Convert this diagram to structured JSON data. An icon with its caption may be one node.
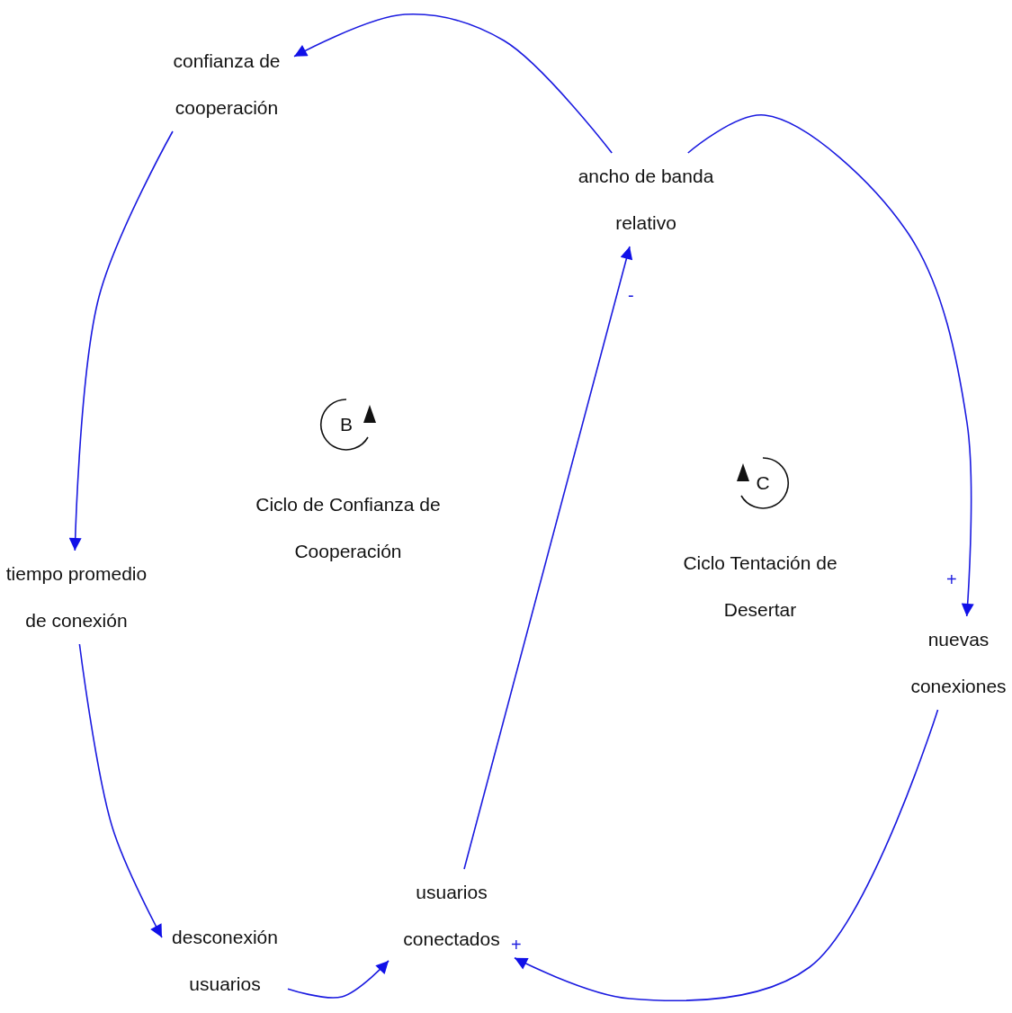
{
  "diagram": {
    "nodes": [
      {
        "text": [
          "confianza de cooperación"
        ]
      },
      {
        "text": [
          "ancho de banda relativo"
        ]
      },
      {
        "text": [
          "tiempo promedio de conexión"
        ]
      },
      {
        "text": [
          "nuevas conexiones"
        ]
      },
      {
        "text": [
          "desconexión usuarios"
        ]
      },
      {
        "text": [
          "usuarios conectados"
        ]
      }
    ],
    "edges": [
      {
        "from": 1,
        "to": 0,
        "arrow": "to"
      },
      {
        "from": 0,
        "to": 2,
        "arrow": "to"
      },
      {
        "from": 2,
        "to": 4,
        "arrow": "to"
      },
      {
        "from": 4,
        "to": 5,
        "arrow": "to"
      },
      {
        "from": 5,
        "to": 1,
        "arrow": "to",
        "label": "-"
      },
      {
        "from": 1,
        "to": 3,
        "arrow": "to",
        "label": "+"
      },
      {
        "from": 3,
        "to": 5,
        "arrow": "to",
        "label": "+"
      }
    ],
    "labels": [
      "B",
      "Ciclo de Confianza de Cooperación",
      "C",
      "Ciclo Tentación de Desertar"
    ]
  }
}
